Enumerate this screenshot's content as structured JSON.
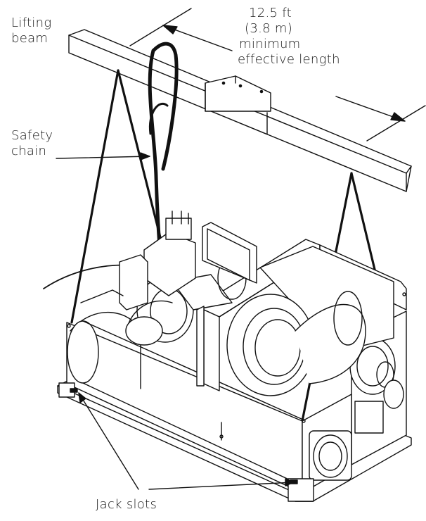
{
  "labels": {
    "lifting_beam": [
      "Lifting",
      "beam"
    ],
    "dimension": [
      "12.5 ft",
      "(3.8 m)",
      "minimum",
      "effective length"
    ],
    "safety_chain": [
      "Safety",
      "chain"
    ],
    "jack_slots": "Jack slots"
  },
  "colors": {
    "ink": "#111111",
    "paper": "#ffffff"
  }
}
